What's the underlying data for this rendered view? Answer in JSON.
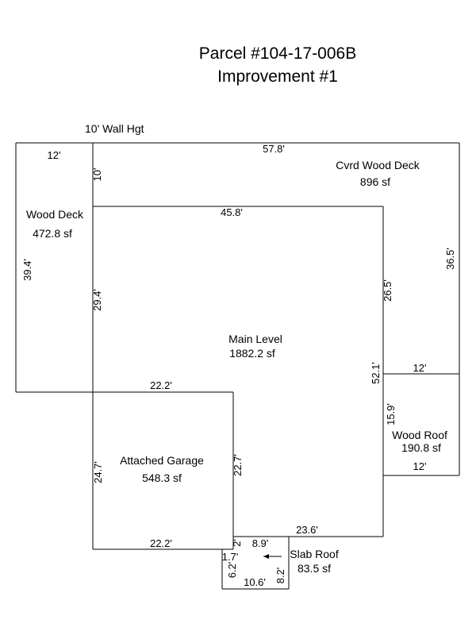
{
  "header": {
    "parcel": "Parcel #104-17-006B",
    "improvement": "Improvement #1"
  },
  "wall_height": "10' Wall Hgt",
  "areas": {
    "cvrd_wood_deck": {
      "name": "Cvrd Wood Deck",
      "area": "896 sf"
    },
    "wood_deck": {
      "name": "Wood Deck",
      "area": "472.8 sf"
    },
    "main_level": {
      "name": "Main Level",
      "area": "1882.2 sf"
    },
    "attached_garage": {
      "name": "Attached Garage",
      "area": "548.3 sf"
    },
    "wood_roof": {
      "name": "Wood Roof",
      "area": "190.8 sf"
    },
    "slab_roof": {
      "name": "Slab Roof",
      "area": "83.5 sf"
    }
  },
  "dimensions": {
    "top_left_width": "12'",
    "top_width": "57.8'",
    "deck_depth": "10'",
    "main_top": "45.8'",
    "right_outer": "36.5'",
    "wood_deck_height": "39.4'",
    "main_left": "29.4'",
    "main_right_upper": "26.5'",
    "main_right_total": "52.1'",
    "wood_roof_top": "12'",
    "wood_roof_side": "15.9'",
    "wood_roof_bottom": "12'",
    "garage_top": "22.2'",
    "garage_left": "24.7'",
    "garage_right": "22.7'",
    "garage_bottom": "22.2'",
    "main_bottom": "23.6'",
    "step_small": "2'",
    "slab_top": "8.9'",
    "slab_left_top": "1.7'",
    "slab_left": "6.2'",
    "slab_bottom": "10.6'",
    "slab_right": "8.2'"
  }
}
